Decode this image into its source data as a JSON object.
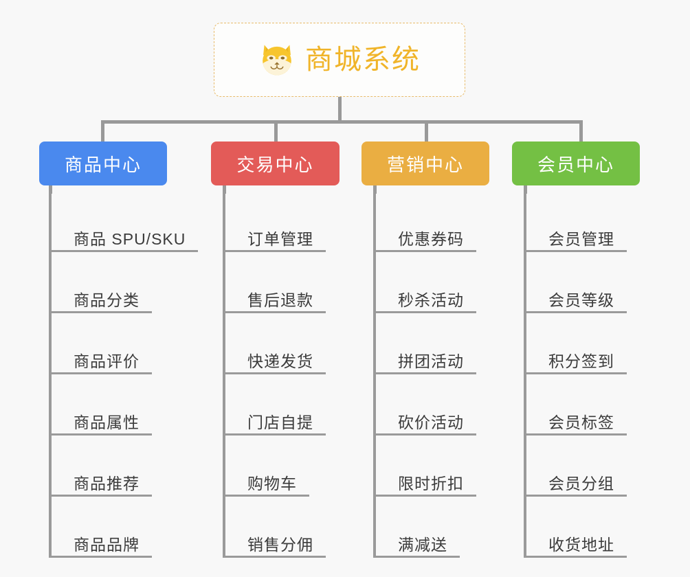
{
  "page": {
    "background_color": "#f8f8f8",
    "connector_color": "#999999",
    "leaf_text_color": "#3b3b3b"
  },
  "root": {
    "title": "商城系统",
    "icon": "dog-face-icon",
    "text_color": "#f0b429",
    "border_color": "#e8bb6a",
    "background_color": "#fdfdfc"
  },
  "branches": [
    {
      "label": "商品中心",
      "color": "#4a89ee",
      "items": [
        "商品 SPU/SKU",
        "商品分类",
        "商品评价",
        "商品属性",
        "商品推荐",
        "商品品牌"
      ]
    },
    {
      "label": "交易中心",
      "color": "#e35b58",
      "items": [
        "订单管理",
        "售后退款",
        "快递发货",
        "门店自提",
        "购物车",
        "销售分佣"
      ]
    },
    {
      "label": "营销中心",
      "color": "#eaae42",
      "items": [
        "优惠券码",
        "秒杀活动",
        "拼团活动",
        "砍价活动",
        "限时折扣",
        "满减送"
      ]
    },
    {
      "label": "会员中心",
      "color": "#74c044",
      "items": [
        "会员管理",
        "会员等级",
        "积分签到",
        "会员标签",
        "会员分组",
        "收货地址"
      ]
    }
  ]
}
